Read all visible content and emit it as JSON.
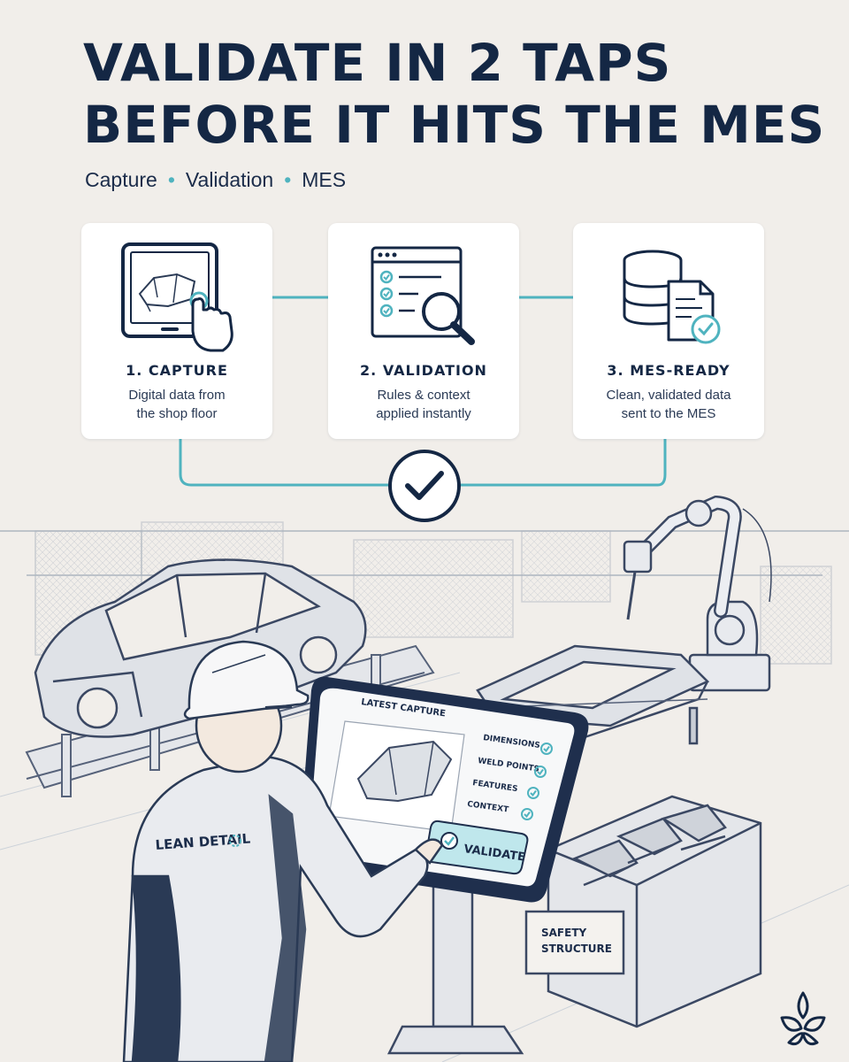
{
  "headline": {
    "line1": "VALIDATE IN 2 TAPS",
    "line2": "BEFORE IT HITS THE MES"
  },
  "subline": {
    "items": [
      "Capture",
      "Validation",
      "MES"
    ],
    "separator": "•"
  },
  "steps": [
    {
      "title": "1. CAPTURE",
      "desc_line1": "Digital data from",
      "desc_line2": "the shop floor",
      "icon": "tablet-touch-icon"
    },
    {
      "title": "2. VALIDATION",
      "desc_line1": "Rules & context",
      "desc_line2": "applied instantly",
      "icon": "checklist-magnifier-icon"
    },
    {
      "title": "3. MES-READY",
      "desc_line1": "Clean, validated data",
      "desc_line2": "sent to the MES",
      "icon": "database-document-icon"
    }
  ],
  "screen": {
    "title": "LATEST CAPTURE",
    "checks": [
      "DIMENSIONS",
      "WELD POINTS",
      "FEATURES",
      "CONTEXT"
    ],
    "button_label": "VALIDATE"
  },
  "worker": {
    "jacket_text": "LEAN DETAIL"
  },
  "crate": {
    "label_line1": "SAFETY",
    "label_line2": "STRUCTURE"
  },
  "colors": {
    "navy": "#142744",
    "teal": "#4fb3bf",
    "background": "#f1eeea",
    "button": "#bfe7ec"
  }
}
